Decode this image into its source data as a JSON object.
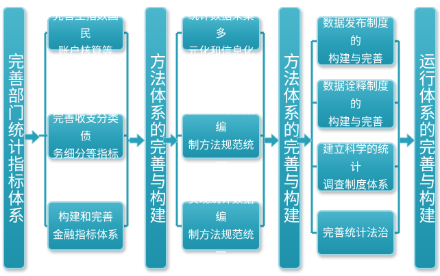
{
  "column_titles": {
    "c1": "完善部门统计指标体系",
    "c2": "方法体系的完善与构建",
    "c3": "方法体系的完善与构建",
    "c4": "运行体系的完善与构建"
  },
  "group1": [
    {
      "line1": "完善生指数国民",
      "line2": "账户核算等"
    },
    {
      "line1": "完善收支分类债",
      "line2": "务细分等指标"
    },
    {
      "line1": "构建和完善",
      "line2": "金融指标体系"
    }
  ],
  "group2": [
    {
      "line1": "统计数据采集多",
      "line2": "元化和信息化"
    },
    {
      "line1": "实现统计数据编",
      "line2": "制方法规范统一"
    },
    {
      "line1": "实现统计数据编",
      "line2": "制方法规范统一"
    }
  ],
  "group3": [
    {
      "line1": "数据发布制度的",
      "line2": "构建与完善"
    },
    {
      "line1": "数据诠释制度的",
      "line2": "构建与完善"
    },
    {
      "line1": "建立科学的统计",
      "line2": "调查制度体系"
    },
    {
      "line1": "完善统计法治",
      "line2": ""
    }
  ],
  "colors": {
    "box": "#2a9fb8",
    "border": "#9fd6e3",
    "connector": "#2a9fb8",
    "arrow": "#2a9fb8"
  }
}
